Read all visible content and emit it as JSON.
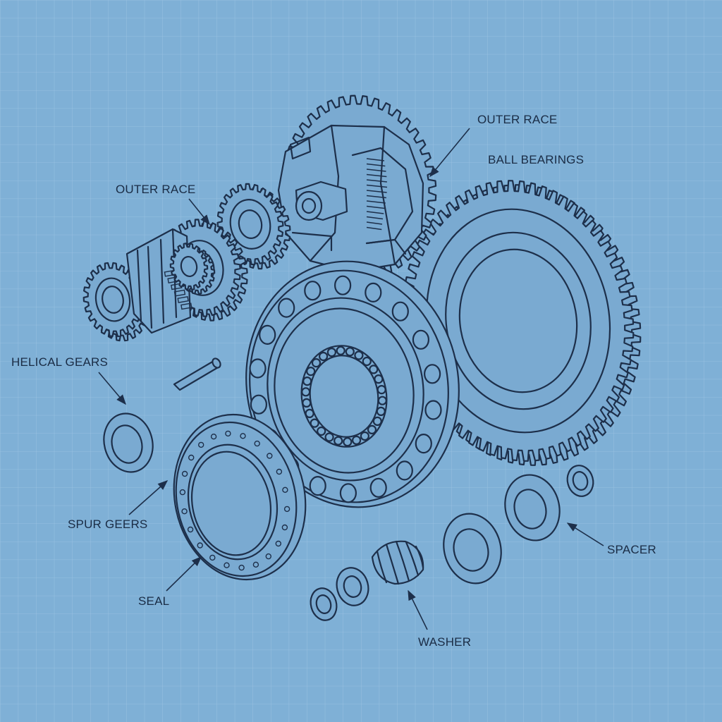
{
  "labels": {
    "outer_race_top": "OUTER RACE",
    "ball_bearings": "BALL BEARINGS",
    "outer_race_left": "OUTER RACE",
    "helical_gears": "HELICAL GEARS",
    "spur_gears": "SPUR GEERS",
    "seal": "SEAL",
    "washer": "WASHER",
    "spacer": "SPACER"
  },
  "colors": {
    "background": "#7fb0d6",
    "grid": "#a3c8e6",
    "ink": "#1d2f4a"
  }
}
